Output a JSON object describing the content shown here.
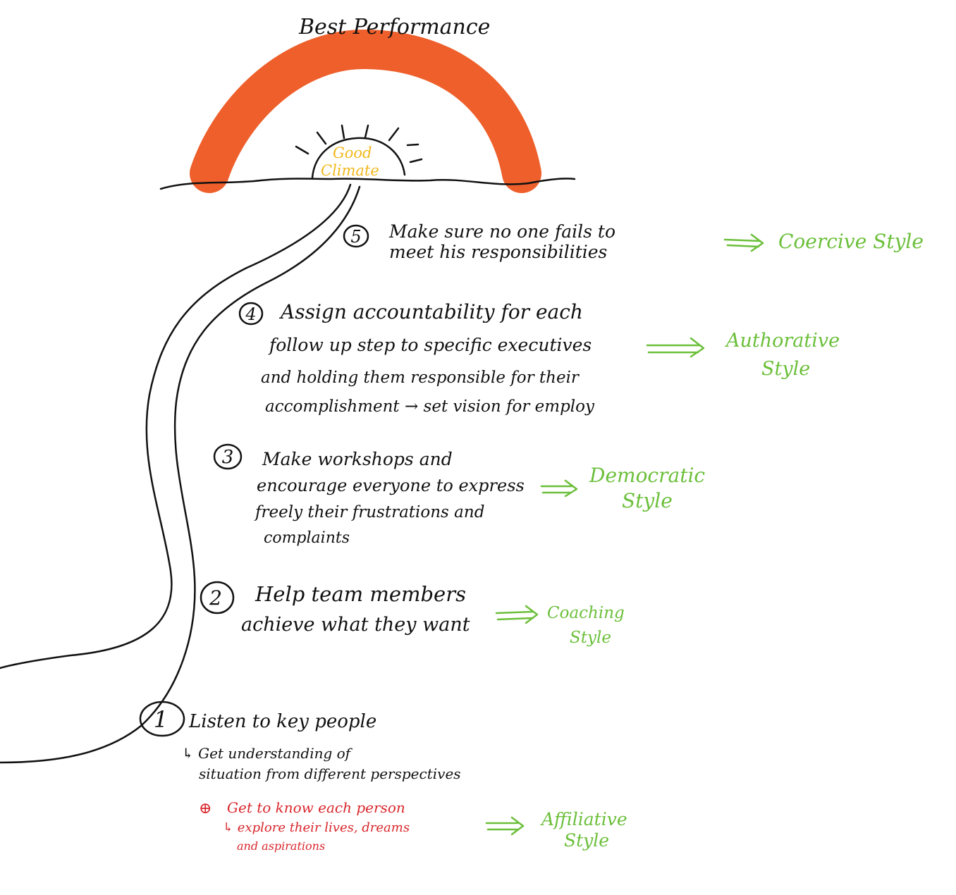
{
  "title": "Best Performance",
  "sun_label": [
    "Good",
    "Climate"
  ],
  "colors": {
    "rainbow": "#ee5f2b",
    "ink": "#111111",
    "style_label": "#6bbf3a",
    "plus_note": "#d9262c",
    "sun_text": "#f2b81c"
  },
  "steps": [
    {
      "number": "5",
      "lines": [
        "Make sure no one fails to",
        "meet his responsibilities"
      ],
      "style_lines": [
        "Coercive Style"
      ]
    },
    {
      "number": "4",
      "lines": [
        "Assign accountability for each",
        "follow up step to specific executives",
        "and holding them responsible for their",
        "accomplishment → set vision for employ"
      ],
      "style_lines": [
        "Authorative",
        "Style"
      ]
    },
    {
      "number": "3",
      "lines": [
        "Make workshops and",
        "encourage everyone to express",
        "freely their frustrations and",
        "complaints"
      ],
      "style_lines": [
        "Democratic",
        "Style"
      ]
    },
    {
      "number": "2",
      "lines": [
        "Help team members",
        "achieve what they want"
      ],
      "style_lines": [
        "Coaching",
        "Style"
      ]
    },
    {
      "number": "1",
      "lines": [
        "Listen to key people",
        "↳ Get understanding of",
        "situation from different perspectives"
      ],
      "style_lines": [
        "Affiliative",
        "Style"
      ]
    }
  ],
  "plus_note": {
    "marker": "⊕",
    "lines": [
      "Get to know each person",
      "↳ explore their lives, dreams",
      "and aspirations"
    ]
  }
}
